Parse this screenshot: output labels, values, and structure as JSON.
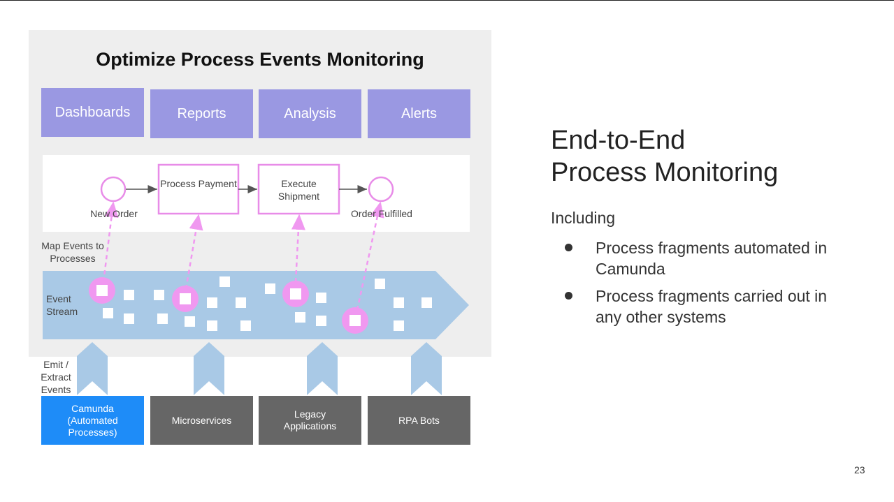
{
  "diagram": {
    "title": "Optimize Process Events Monitoring",
    "tools": [
      "Dashboards",
      "Reports",
      "Analysis",
      "Alerts"
    ],
    "process": {
      "start_event": "New Order",
      "tasks": [
        "Process Payment",
        "Execute Shipment"
      ],
      "end_event": "Order Fulfilled"
    },
    "map_label": "Map Events to Processes",
    "stream_label": "Event Stream",
    "emit_label": "Emit / Extract Events",
    "systems": [
      "Camunda (Automated Processes)",
      "Microservices",
      "Legacy Applications",
      "RPA Bots"
    ],
    "colors": {
      "panel": "#eeeeee",
      "tool": "#9a98e2",
      "stream": "#a9c9e6",
      "mapped_event": "#f098f0",
      "camunda": "#1e8cf8",
      "system": "#666666"
    }
  },
  "slide": {
    "heading_line1": "End-to-End",
    "heading_line2": "Process Monitoring",
    "subheading": "Including",
    "bullets": [
      "Process fragments automated in Camunda",
      "Process fragments carried out in any other systems"
    ],
    "page_number": "23"
  }
}
